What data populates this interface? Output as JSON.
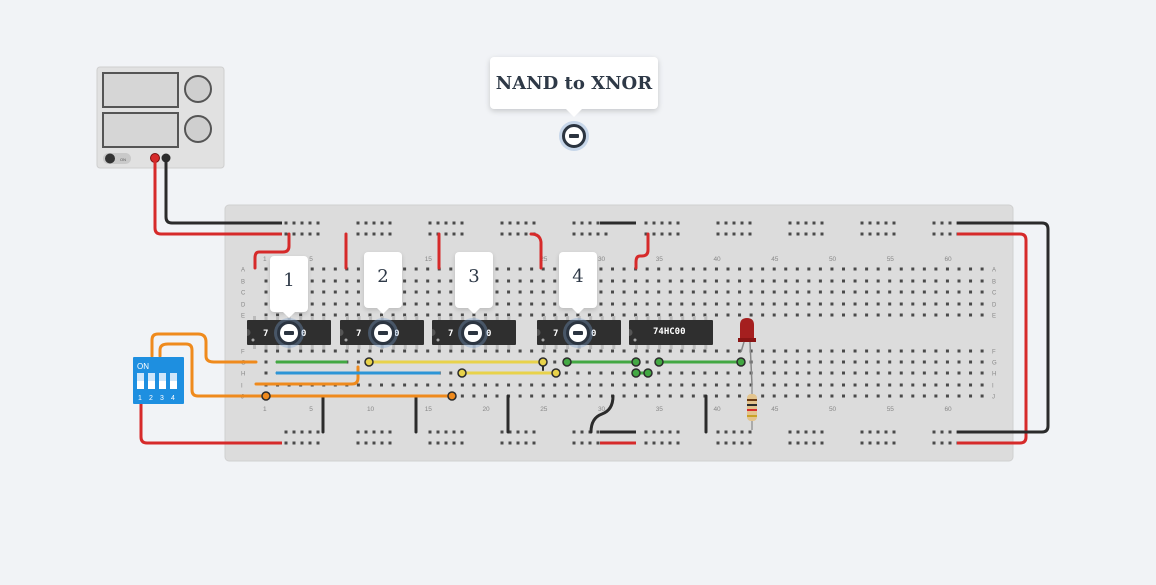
{
  "annotation": {
    "title": "NAND to XNOR"
  },
  "notes": [
    "1",
    "2",
    "3",
    "4"
  ],
  "chip": {
    "part": "74HC00"
  },
  "dip_switch": {
    "label_on": "ON",
    "positions": [
      "1",
      "2",
      "3",
      "4"
    ]
  },
  "power_supply": {
    "switch_label": "ON"
  },
  "breadboard": {
    "row_labels": [
      "A",
      "B",
      "C",
      "D",
      "E",
      "F",
      "G",
      "H",
      "I",
      "J"
    ],
    "column_numbers_top": [
      "1",
      "5",
      "10",
      "15",
      "20",
      "25",
      "30",
      "35",
      "40",
      "45",
      "50",
      "55",
      "60"
    ],
    "column_numbers_bottom": [
      "1",
      "5",
      "10",
      "15",
      "20",
      "25",
      "30",
      "35",
      "40",
      "45",
      "50",
      "55",
      "60"
    ]
  },
  "colors": {
    "breadboard": "#dcdcdc",
    "wire_red": "#d62a2a",
    "wire_black": "#2b2b2b",
    "wire_yellow": "#e8d24a",
    "wire_green": "#43a843",
    "wire_blue": "#2c95d6",
    "wire_orange": "#ef8a1c",
    "chip_body": "#2f2f2f",
    "switch_blue": "#1e8fe0",
    "led_red": "#a51f1f"
  }
}
